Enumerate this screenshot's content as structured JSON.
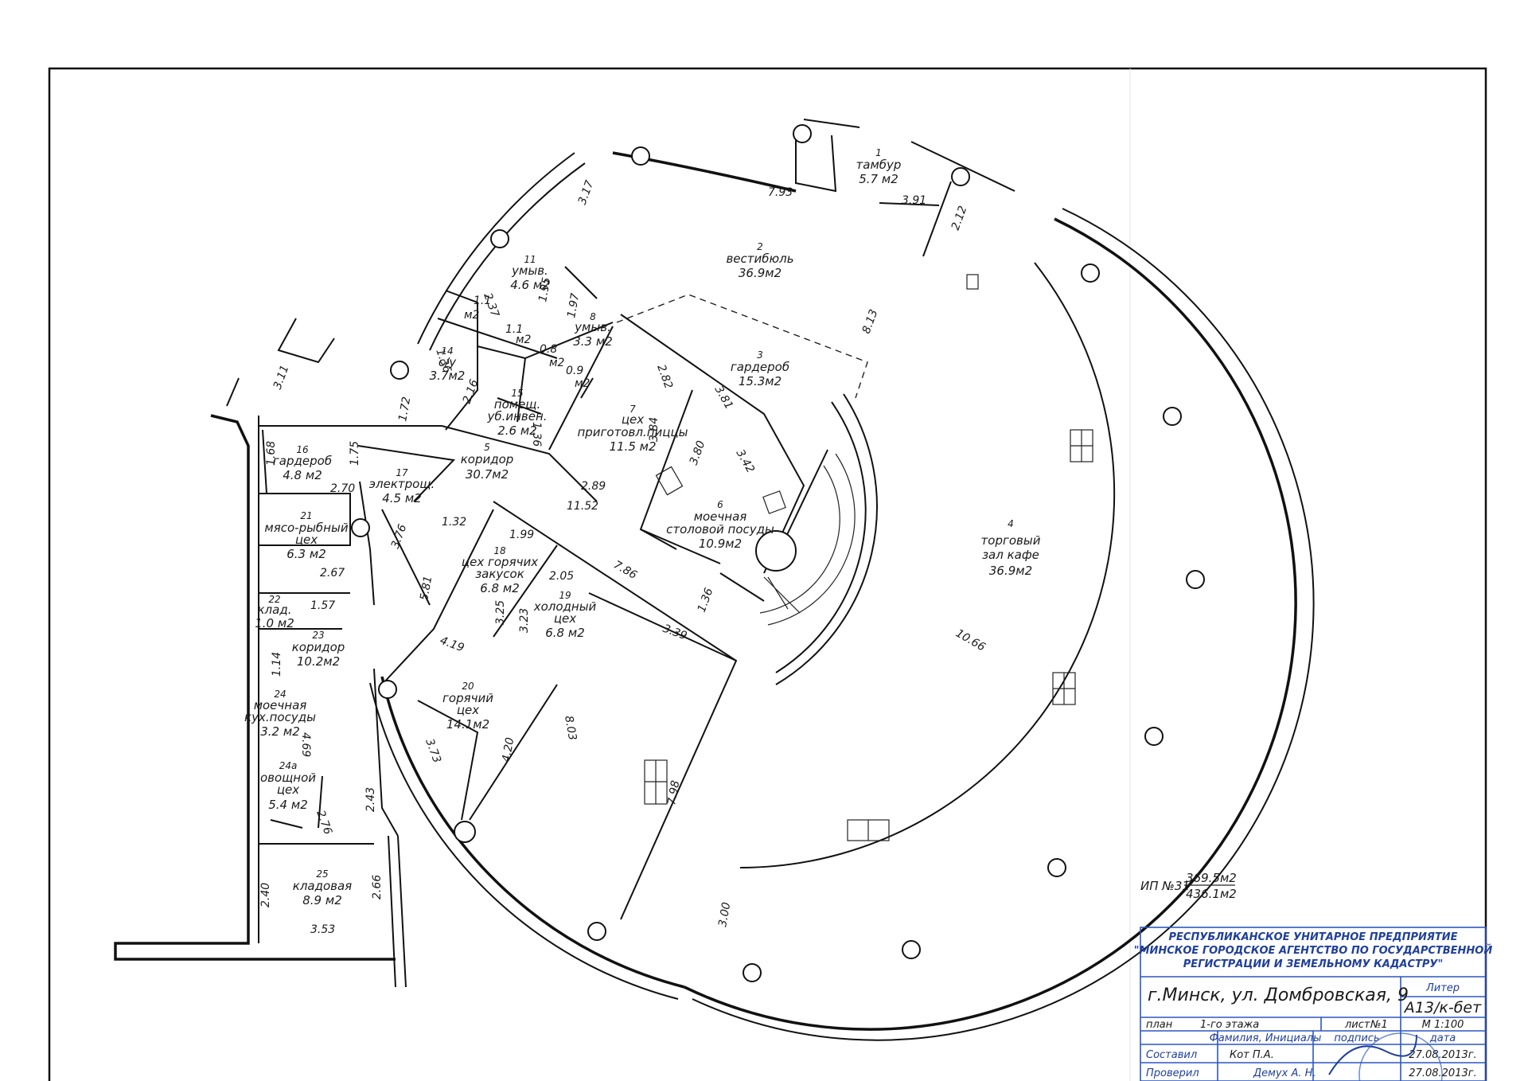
{
  "rooms": [
    {
      "num": "1",
      "name": "тамбур",
      "area": "5.7 м2"
    },
    {
      "num": "2",
      "name": "вестибюль",
      "area": "36.9м2"
    },
    {
      "num": "3",
      "name": "гардероб",
      "area": "15.3м2"
    },
    {
      "num": "4",
      "name": "торговый",
      "name2": "зал кафе",
      "area": "36.9м2"
    },
    {
      "num": "5",
      "name": "коридор",
      "area": "30.7м2"
    },
    {
      "num": "6",
      "name": "моечная",
      "name2": "столовой посуды",
      "area": "10.9м2"
    },
    {
      "num": "7",
      "name": "цех",
      "name2": "приготовл.пиццы",
      "area": "11.5 м2"
    },
    {
      "num": "8",
      "name": "умыв.",
      "area": "3.3 м2"
    },
    {
      "num": "11",
      "name": "умыв.",
      "area": "4.6 м2"
    },
    {
      "num": "14",
      "name": "с/у",
      "area": "3.7м2"
    },
    {
      "num": "15",
      "name": "помещ.",
      "name2": "уб.инвен.",
      "area": "2.6 м2"
    },
    {
      "num": "16",
      "name": "гардероб",
      "area": "4.8 м2"
    },
    {
      "num": "17",
      "name": "электрощ.",
      "area": "4.5 м2"
    },
    {
      "num": "18",
      "name": "цех горячих",
      "name2": "закусок",
      "area": "6.8 м2"
    },
    {
      "num": "19",
      "name": "холодный",
      "name2": "цех",
      "area": "6.8 м2"
    },
    {
      "num": "20",
      "name": "горячий",
      "name2": "цех",
      "area": "14.1м2"
    },
    {
      "num": "21",
      "name": "мясо-рыбный",
      "name2": "цех",
      "area": "6.3 м2"
    },
    {
      "num": "22",
      "name": "клад.",
      "area": "1.0 м2"
    },
    {
      "num": "23",
      "name": "коридор",
      "area": "10.2м2"
    },
    {
      "num": "24",
      "name": "моечная",
      "name2": "кух.посуды",
      "area": "3.2 м2"
    },
    {
      "num": "24а",
      "name": "овощной",
      "name2": "цех",
      "area": "5.4 м2"
    },
    {
      "num": "25",
      "name": "кладовая",
      "area": "8.9 м2"
    }
  ],
  "small_areas": [
    "1.1",
    "м2",
    "1.1",
    "м2",
    "0.8",
    "м2",
    "0.9",
    "м2"
  ],
  "dimensions": [
    "3.17",
    "7.93",
    "3.91",
    "2.12",
    "8.13",
    "3.81",
    "2.82",
    "3.84",
    "3.80",
    "3.42",
    "2.89",
    "11.52",
    "1.72",
    "2.16",
    "1.36",
    "1.36",
    "2.37",
    "1.95",
    "1.97",
    "3.11",
    "1.68",
    "1.75",
    "2.70",
    "3.76",
    "1.32",
    "1.99",
    "2.05",
    "7.86",
    "5.81",
    "3.25",
    "3.23",
    "4.19",
    "3.39",
    "1.36",
    "2.67",
    "1.57",
    "1.14",
    "4.69",
    "2.43",
    "2.76",
    "3.73",
    "4.20",
    "8.03",
    "7.98",
    "10.66",
    "3.00",
    "2.40",
    "2.66",
    "3.53"
  ],
  "total": {
    "prefix": "ИП №31",
    "main": "369.5м2",
    "total": "436.1м2"
  },
  "title_block": {
    "org_line1": "РЕСПУБЛИКАНСКОЕ УНИТАРНОЕ ПРЕДПРИЯТИЕ",
    "org_line2": "\"МИНСКОЕ ГОРОДСКОЕ АГЕНТСТВО ПО ГОСУДАРСТВЕННОЙ",
    "org_line3": "РЕГИСТРАЦИИ И ЗЕМЕЛЬНОМУ КАДАСТРУ\"",
    "address": "г.Минск, ул. Домбровская, 9",
    "liter_label": "Литер",
    "liter_value": "А13/к-бет",
    "plan_label": "план",
    "plan_value": "1-го этажа",
    "sheet_label": "лист",
    "sheet_value": "№1",
    "scale": "М 1:100",
    "col_name": "Фамилия, Инициалы",
    "col_sign": "подпись",
    "col_date": "дата",
    "row1_role": "Составил",
    "row1_name": "Кот П.А.",
    "row1_date": "27.08.2013г.",
    "row2_role": "Проверил",
    "row2_name": "Демух А. Н.",
    "row2_date": "27.08.2013г."
  }
}
